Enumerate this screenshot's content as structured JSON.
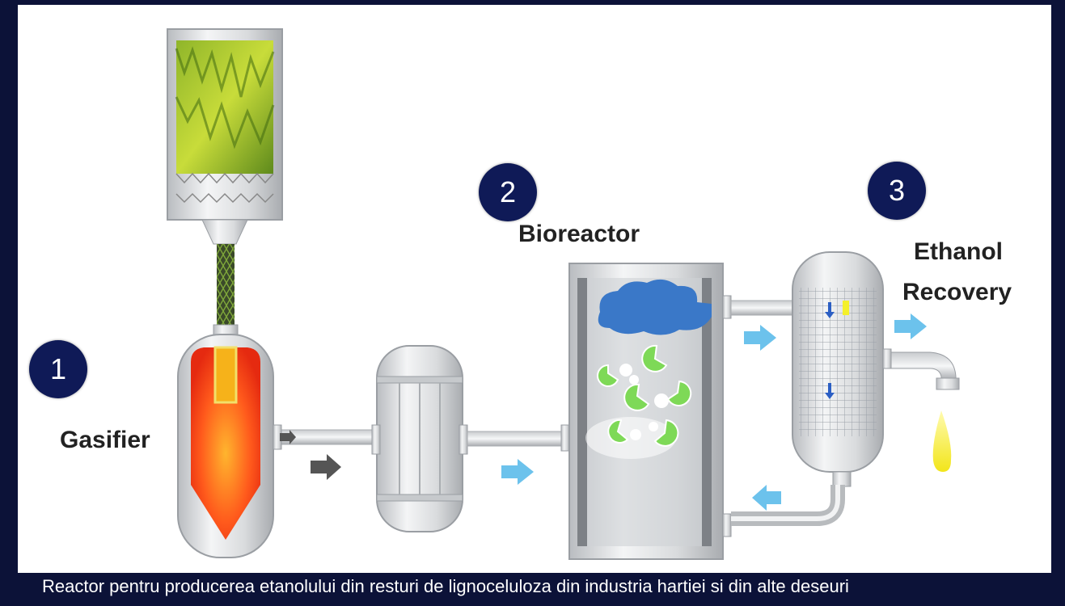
{
  "steps": {
    "gasifier": {
      "number": "1",
      "label": "Gasifier"
    },
    "bioreactor": {
      "number": "2",
      "label": "Bioreactor"
    },
    "recovery": {
      "number": "3",
      "label_line1": "Ethanol",
      "label_line2": "Recovery"
    }
  },
  "caption": "Reactor pentru producerea etanolului din resturi de lignoceluloza din industria hartiei si din alte deseuri",
  "colors": {
    "background_frame": "#0c1238",
    "badge": "#0f1a57",
    "flow_arrow": "#6cc2ec",
    "gas_arrow": "#555555",
    "gasifier_fire": "#ff4a1a",
    "microbe": "#7ed957",
    "ethanol_drop": "#f4f02a",
    "cloud": "#3a78c8"
  }
}
